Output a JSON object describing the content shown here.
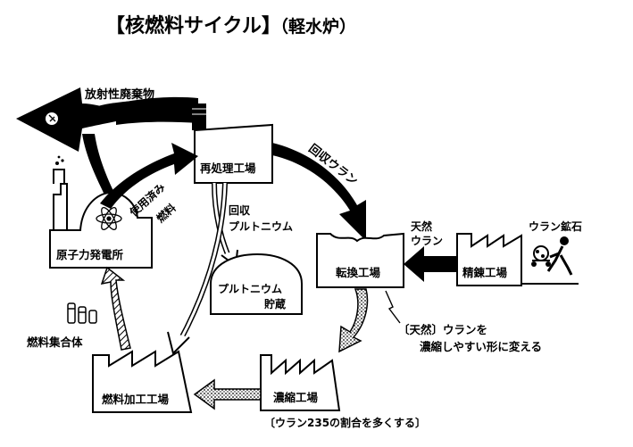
{
  "title": {
    "main": "【核燃料サイクル】",
    "sub": "（軽水炉）"
  },
  "facilities": {
    "nuclear_plant": "原子力発電所",
    "reprocessing_plant": "再処理工場",
    "conversion_plant": "転換工場",
    "refining_plant": "精錬工場",
    "enrichment_plant": "濃縮工場",
    "fuel_fabrication_plant": "燃料加工工場",
    "plutonium_storage_line1": "プルトニウム",
    "plutonium_storage_line2": "貯蔵"
  },
  "flows": {
    "radioactive_waste": "放射性廃棄物",
    "spent_fuel_line1": "使用済み",
    "spent_fuel_line2": "燃料",
    "recovered_uranium": "回収ウラン",
    "recovered_plutonium_line1": "回収",
    "recovered_plutonium_line2": "プルトニウム",
    "natural_uranium_line1": "天然",
    "natural_uranium_line2": "ウラン",
    "uranium_ore": "ウラン鉱石",
    "fuel_assembly": "燃料集合体"
  },
  "notes": {
    "conversion_line1": "〔天然〕ウランを",
    "conversion_line2": "濃縮しやすい形に変える",
    "enrichment": "〔ウラン235の割合を多くする〕"
  }
}
